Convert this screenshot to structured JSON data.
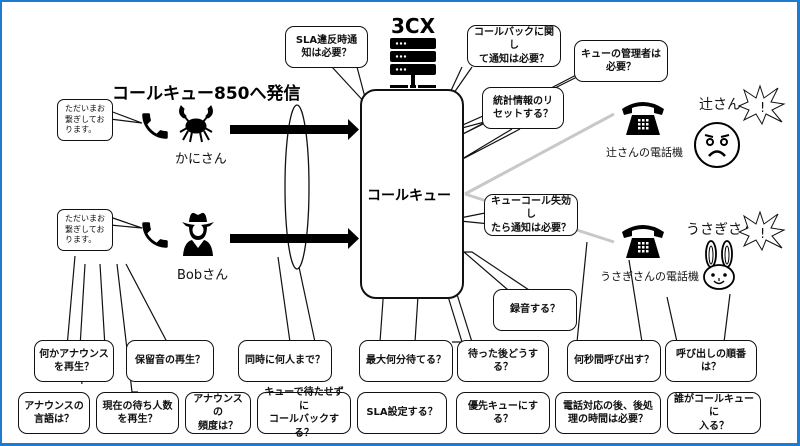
{
  "diagram": {
    "server_label": "3CX",
    "heading": "コールキュー850へ発信",
    "queue_label": "コールキュー",
    "callers": [
      {
        "name": "かにさん",
        "icon": "crab-icon",
        "greeting": "ただいまお\n繋ぎしてお\nります。"
      },
      {
        "name": "Bobさん",
        "icon": "cowboy-icon",
        "greeting": "ただいまお\n繋ぎしてお\nります。"
      }
    ],
    "agents": [
      {
        "name": "辻さん",
        "phone_label": "辻さんの電話機",
        "icon": "angry-face-icon"
      },
      {
        "name": "うさぎさん",
        "phone_label": "うさぎさんの電話機",
        "icon": "rabbit-icon"
      }
    ],
    "questions_top": [
      "SLA違反時通\n知は必要？",
      "コールバックに関し\nて通知は必要？",
      "キューの管理者は\n必要？",
      "統計情報のリ\nセットする？",
      "キューコール失効し\nたら通知は必要？",
      "録音する？"
    ],
    "questions_row1": [
      "何かアナウンス\nを再生？",
      "保留音の再生？",
      "同時に何人まで？",
      "最大何分待てる？",
      "待った後どうする？",
      "何秒間呼び出す？",
      "呼び出しの順番\nは？"
    ],
    "questions_row2": [
      "アナウンスの\n言語は？",
      "現在の待ち人数\nを再生？",
      "アナウンスの\n頻度は？",
      "キューで待たせずに\nコールバックする？",
      "SLA設定する？",
      "優先キューにする？",
      "電話対応の後、後処\n理の時間は必要？",
      "誰がコールキューに\n入る？"
    ],
    "colors": {
      "frame": "#1e7bd0",
      "ink": "#111111",
      "link": "#c8c8c8"
    }
  }
}
